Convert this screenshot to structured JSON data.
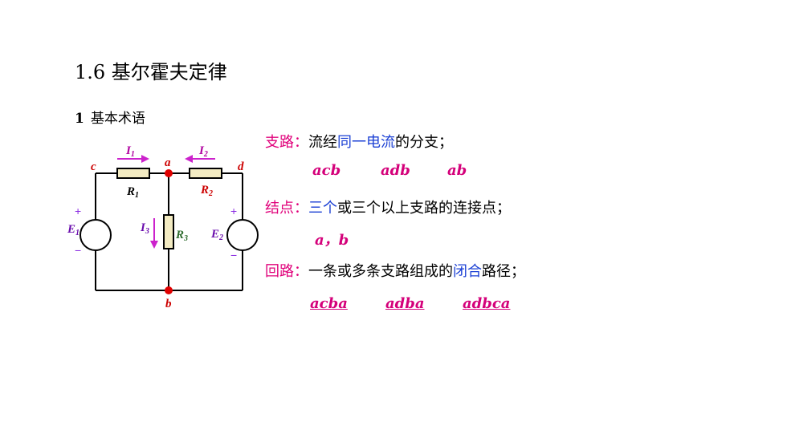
{
  "title": "1.6 基尔霍夫定律",
  "section": {
    "num": "1",
    "label": "基本术语"
  },
  "branch": {
    "term": "支路：",
    "pre": "流经",
    "highlight": "同一电流",
    "post": "的分支；",
    "examples": [
      "acb",
      "adb",
      "ab"
    ]
  },
  "node": {
    "term": "结点：",
    "highlight": "三个",
    "post": "或三个以上支路的连接点；",
    "example": "a，b"
  },
  "loop": {
    "term": "回路：",
    "pre": "一条或多条支路组成的",
    "highlight": "闭合",
    "post": "路径；",
    "examples": [
      "acba",
      "adba",
      "adbca"
    ]
  },
  "circuit": {
    "nodes": {
      "a": "a",
      "b": "b",
      "c": "c",
      "d": "d"
    },
    "resistors": {
      "r1": "R",
      "r1_sub": "1",
      "r2": "R",
      "r2_sub": "2",
      "r3": "R",
      "r3_sub": "3"
    },
    "sources": {
      "e1": "E",
      "e1_sub": "1",
      "e2": "E",
      "e2_sub": "2",
      "plus": "+",
      "minus": "−"
    },
    "currents": {
      "i1": "I",
      "i1_sub": "1",
      "i2": "I",
      "i2_sub": "2",
      "i3": "I",
      "i3_sub": "3"
    },
    "colors": {
      "wire": "#000000",
      "resistor_fill": "#f3ebc2",
      "node_dot": "#e00000",
      "arrow": "#cc22cc",
      "term": "#e0007a",
      "highlight": "#1a3fd4"
    }
  }
}
